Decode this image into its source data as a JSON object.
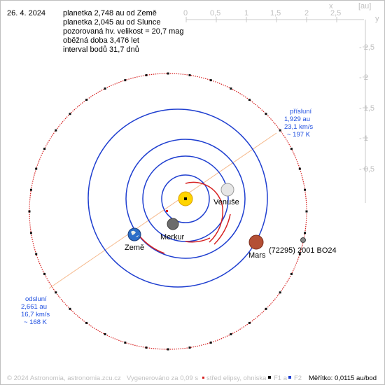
{
  "date": "26. 4. 2024",
  "info_lines": [
    "planetka 2,748 au od Země",
    "planetka 2,045 au od Slunce",
    "pozorovaná hv. velikost = 20,7 mag",
    "oběžná doba 3,476 let",
    "interval bodů 31,7 dnů"
  ],
  "axes": {
    "x_ticks": [
      "0",
      "0,5",
      "1",
      "1,5",
      "2",
      "2,5"
    ],
    "x_label": "x",
    "unit_label": "[au]",
    "y_label": "y",
    "y_ticks": [
      "- 2,5",
      "- 2",
      "- 1,5",
      "- 1",
      "- 0,5"
    ]
  },
  "perihelion": {
    "label": "přísluní",
    "distance": "1,929 au",
    "speed": "23,1 km/s",
    "temperature": "~ 197 K"
  },
  "aphelion": {
    "label": "odsluní",
    "distance": "2,661 au",
    "speed": "16,7 km/s",
    "temperature": "~ 168 K"
  },
  "bodies": {
    "venus": "Venuše",
    "mercury": "Merkur",
    "earth": "Země",
    "mars": "Mars",
    "asteroid": "(72295) 2001 BO24"
  },
  "footer": {
    "copyright": "© 2024 Astronomia, astronomia.zcu.cz",
    "generated": "Vygenerováno za 0,09 s",
    "center_legend": "střed elipsy, ohniska",
    "f1_legend": "F1 a",
    "f2_legend": "F2",
    "scale": "Měřítko: 0,0115 au/bod"
  },
  "colors": {
    "asteroid_orbit": "#d62020",
    "planet_orbit": "#1f3fd0",
    "apsis_text": "#1f4fe0",
    "apsis_line": "#f5b98c",
    "sun": "#ffd400"
  }
}
